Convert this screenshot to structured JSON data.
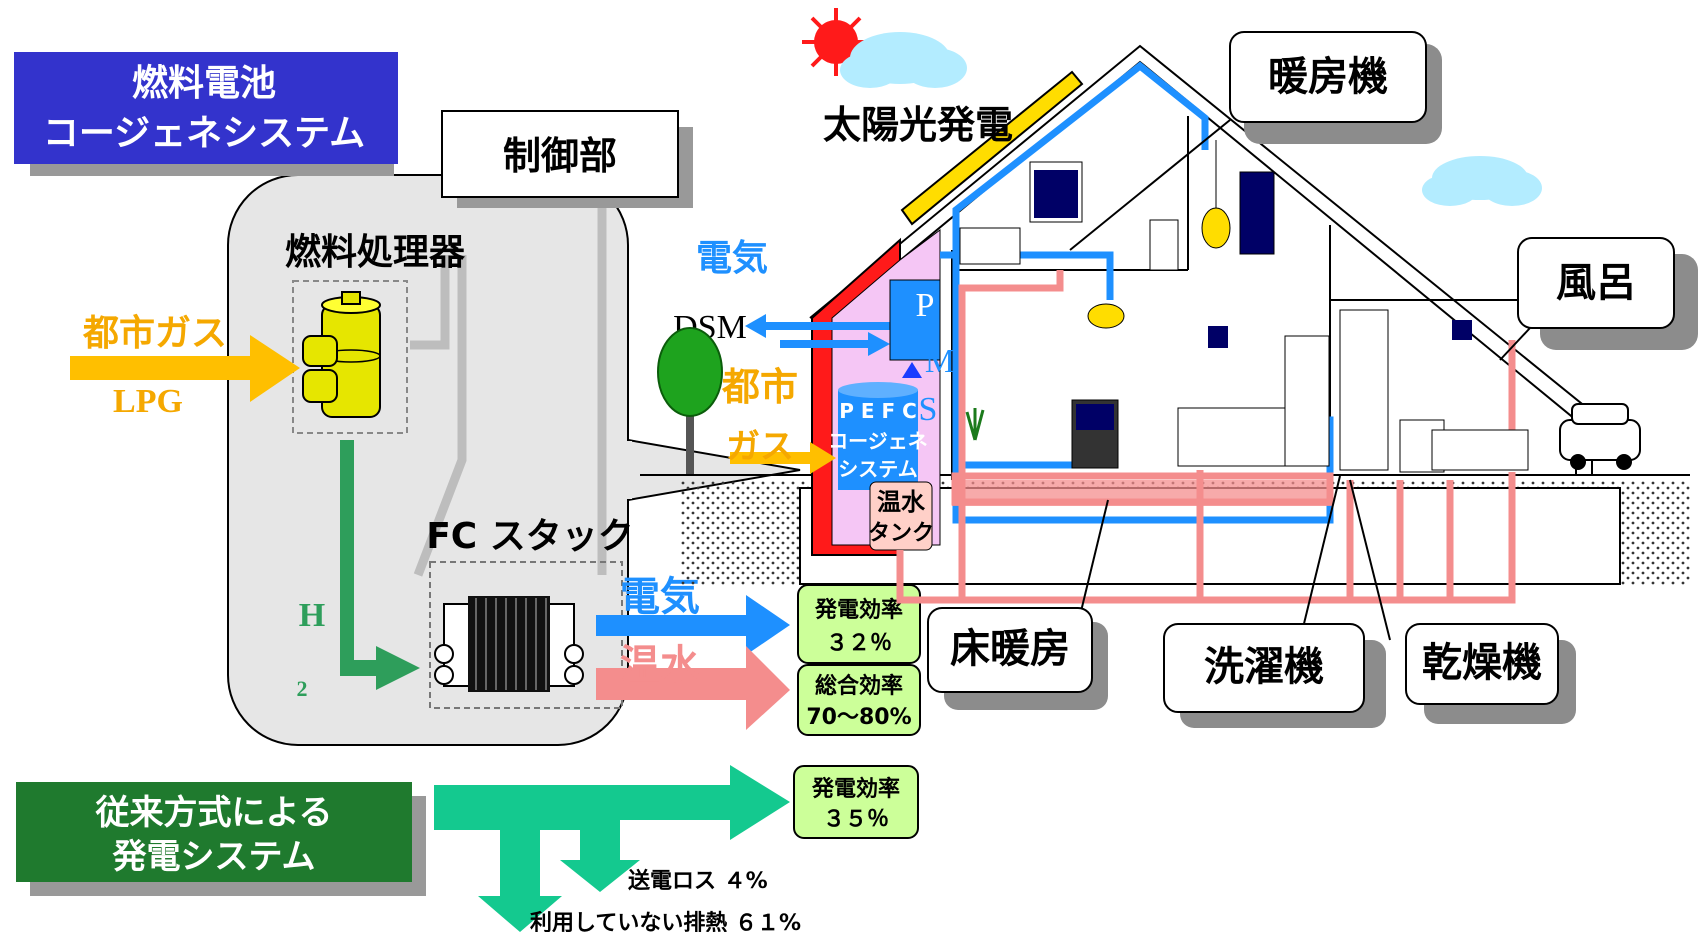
{
  "title_box": {
    "line1": "燃料電池",
    "line2": "コージェネシステム"
  },
  "labels": {
    "controller": "制御部",
    "fuel_processor": "燃料処理器",
    "city_gas": "都市ガス",
    "lpg": "LPG",
    "h2_main": "H",
    "h2_sub": "2",
    "fc_stack": "FC スタック",
    "electricity_out": "電気",
    "hot_water_out": "温水",
    "solar_power": "太陽光発電",
    "electricity_house": "電気",
    "dsm": "DSM",
    "city_gas_house_1": "都市",
    "city_gas_house_2": "ガス",
    "pms_p": "P",
    "pms_m": "M",
    "pms_s": "S",
    "pefc_1": "P E F C",
    "pefc_2": "コージェネ",
    "pefc_3": "システム",
    "tank_1": "温水",
    "tank_2": "タンク"
  },
  "callouts": {
    "heater": "暖房機",
    "bath": "風呂",
    "floor_heating": "床暖房",
    "washer": "洗濯機",
    "dryer": "乾燥機"
  },
  "efficiency": {
    "fc_gen_title": "発電効率",
    "fc_gen_value": "３２％",
    "fc_total_title": "総合効率",
    "fc_total_value": "70～80%",
    "conv_gen_title": "発電効率",
    "conv_gen_value": "３５％"
  },
  "conventional": {
    "line1": "従来方式による",
    "line2": "発電システム",
    "loss_transmission": "送電ロス ４%",
    "loss_heat": "利用していない排熱 ６１%"
  },
  "colors": {
    "title_blue": "#3333cc",
    "green_dark": "#1f7a2e",
    "arrow_teal": "#14c98f",
    "orange": "#f5a800",
    "blue": "#1e90ff",
    "pink": "#f48d8d",
    "panel_gray": "#e6e6e6",
    "eff_box": "#ccff99",
    "h2_green": "#2e9e5b"
  }
}
